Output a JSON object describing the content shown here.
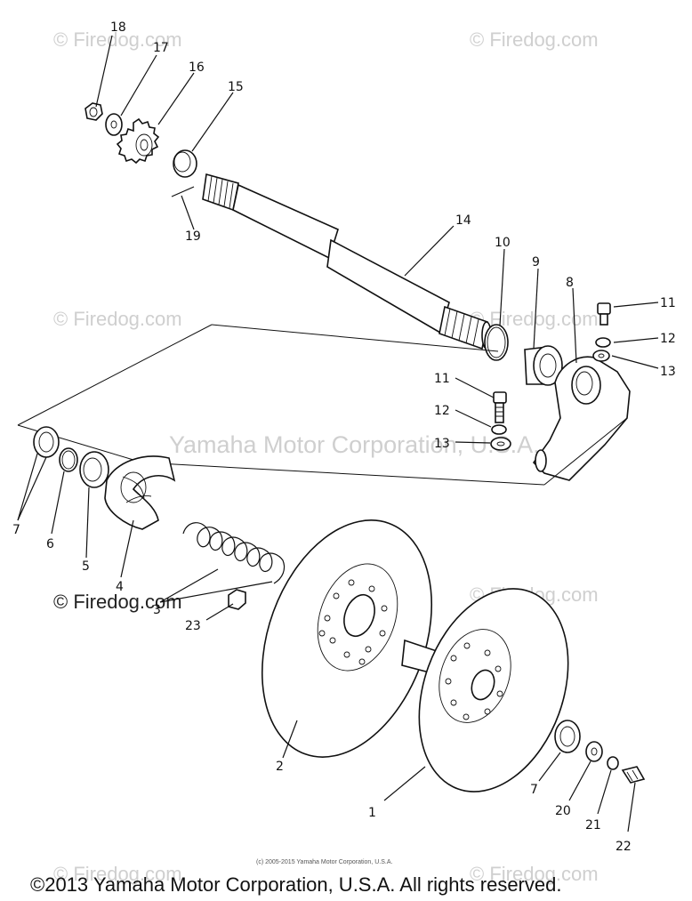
{
  "watermarks": {
    "top_left": "© Firedog.com",
    "top_right": "© Firedog.com",
    "mid_left": "© Firedog.com",
    "mid_right": "© Firedog.com",
    "center": "Yamaha Motor Corporation, U.S.A.",
    "lower_left": "© Firedog.com",
    "lower_right": "© Firedog.com",
    "bottom_left": "© Firedog.com",
    "bottom_right": "© Firedog.com"
  },
  "small_copyright": "(c) 2005-2015 Yamaha Motor Corporation, U.S.A.",
  "copyright": "©2013 Yamaha Motor Corporation, U.S.A. All rights reserved.",
  "callouts": {
    "c1": "1",
    "c2": "2",
    "c3": "3",
    "c4": "4",
    "c5": "5",
    "c6": "6",
    "c7a": "7",
    "c7b": "7",
    "c8": "8",
    "c9": "9",
    "c10": "10",
    "c11a": "11",
    "c11b": "11",
    "c12a": "12",
    "c12b": "12",
    "c13a": "13",
    "c13b": "13",
    "c14": "14",
    "c15": "15",
    "c16": "16",
    "c17": "17",
    "c18": "18",
    "c19": "19",
    "c20": "20",
    "c21": "21",
    "c22": "22",
    "c23": "23"
  }
}
